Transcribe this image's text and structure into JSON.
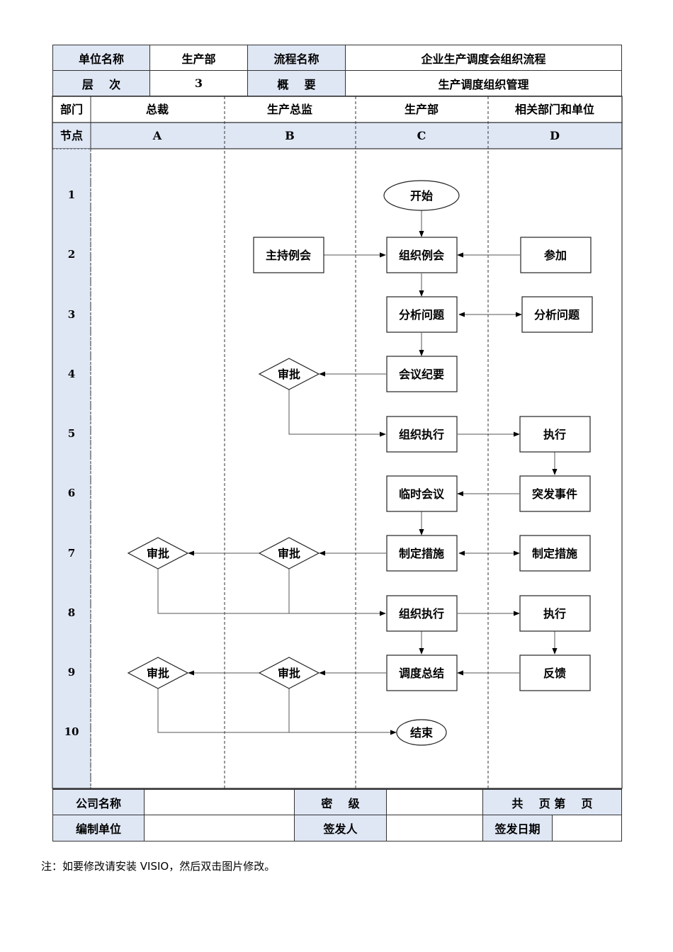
{
  "header": {
    "unit_label": "单位名称",
    "unit_value": "生产部",
    "process_label": "流程名称",
    "process_value": "企业生产调度会组织流程",
    "level_label": "层    次",
    "level_value": "3",
    "summary_label": "概    要",
    "summary_value": "生产调度组织管理"
  },
  "lanes": {
    "dept_label": "部门",
    "node_label": "节点",
    "columns": [
      {
        "dept": "总裁",
        "node": "A"
      },
      {
        "dept": "生产总监",
        "node": "B"
      },
      {
        "dept": "生产部",
        "node": "C"
      },
      {
        "dept": "相关部门和单位",
        "node": "D"
      }
    ]
  },
  "rows": [
    "1",
    "2",
    "3",
    "4",
    "5",
    "6",
    "7",
    "8",
    "9",
    "10"
  ],
  "nodes": {
    "start": "开始",
    "host_meeting": "主持例会",
    "organize_meeting": "组织例会",
    "attend": "参加",
    "analyze_c": "分析问题",
    "analyze_d": "分析问题",
    "approve_b4": "审批",
    "minutes": "会议纪要",
    "execute_org1": "组织执行",
    "execute_d5": "执行",
    "temp_meeting": "临时会议",
    "emergency": "突发事件",
    "approve_a7": "审批",
    "approve_b7": "审批",
    "measures_c": "制定措施",
    "measures_d": "制定措施",
    "execute_org2": "组织执行",
    "execute_d8": "执行",
    "approve_a9": "审批",
    "approve_b9": "审批",
    "summary": "调度总结",
    "feedback": "反馈",
    "end": "结束"
  },
  "footer": {
    "company_label": "公司名称",
    "company_value": "",
    "secret_label": "密    级",
    "secret_value": "",
    "pages_label": "共    页 第    页",
    "editor_label": "编制单位",
    "editor_value": "",
    "issuer_label": "签发人",
    "issuer_value": "",
    "issue_date_label": "签发日期",
    "issue_date_value": ""
  },
  "note": "注：如要修改请安装 VISIO，然后双击图片修改。"
}
